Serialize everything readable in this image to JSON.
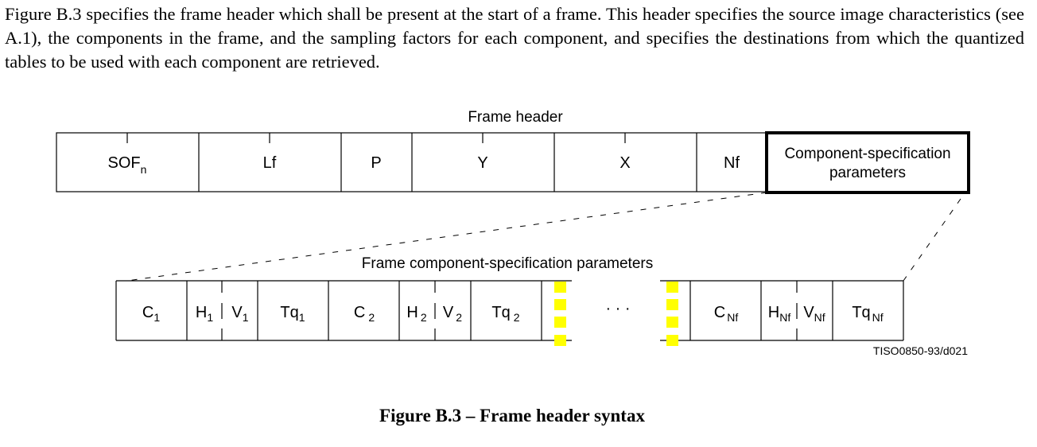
{
  "paragraph": "Figure B.3 specifies the frame header which shall be present at the start of a frame. This header specifies the source image characteristics (see A.1), the components in the frame, and the sampling factors for each component, and specifies the destinations from which the quantized tables to be used with each component are retrieved.",
  "diagram": {
    "title": "Frame header",
    "header_fields": [
      {
        "text": "SOF",
        "sub": "n"
      },
      {
        "text": "Lf"
      },
      {
        "text": "P"
      },
      {
        "text": "Y"
      },
      {
        "text": "X"
      },
      {
        "text": "Nf"
      }
    ],
    "component_box_lines": [
      "Component-specification",
      "parameters"
    ],
    "component_title": "Frame component-specification parameters",
    "component_fields": [
      {
        "text": "C",
        "sub": "1"
      },
      {
        "text": "H",
        "sub": "1"
      },
      {
        "text": "V",
        "sub": "1"
      },
      {
        "text": "Tq",
        "sub": "1"
      },
      {
        "text": "C",
        "sub": "2"
      },
      {
        "text": "H",
        "sub": "2"
      },
      {
        "text": "V",
        "sub": "2"
      },
      {
        "text": "Tq",
        "sub": "2"
      },
      {
        "text": "C",
        "sub": "Nf"
      },
      {
        "text": "H",
        "sub": "Nf"
      },
      {
        "text": "V",
        "sub": "Nf"
      },
      {
        "text": "Tq",
        "sub": "Nf"
      }
    ],
    "ellipsis": "· · ·",
    "figure_id": "TISO0850-93/d021",
    "marker_color": "#ffff00"
  },
  "caption": "Figure B.3 – Frame header syntax"
}
